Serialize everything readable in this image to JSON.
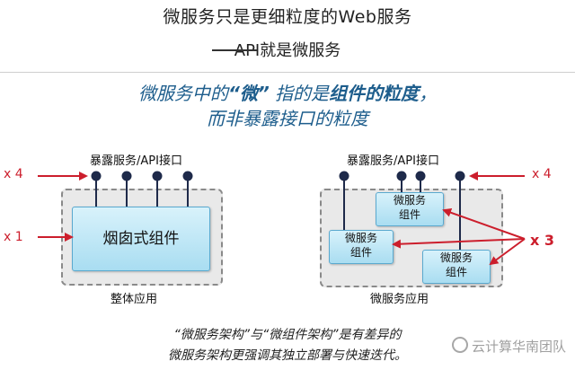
{
  "title_line1": "微服务只是更细粒度的Web服务",
  "title_line2": "API就是微服务",
  "subtitle": {
    "line1_a": "微服务中的",
    "line1_quote": "“微”",
    "line1_b": "指的是",
    "line1_bold": "组件的粒度",
    "line1_c": "，",
    "line2": "而非暴露接口的粒度"
  },
  "left_diagram": {
    "api_label": "暴露服务/API接口",
    "count_top": "x 4",
    "count_side": "x 1",
    "component": "烟囱式组件",
    "caption": "整体应用"
  },
  "right_diagram": {
    "api_label": "暴露服务/API接口",
    "count_top": "x 4",
    "count_side": "x 3",
    "components": [
      {
        "l1": "微服务",
        "l2": "组件"
      },
      {
        "l1": "微服务",
        "l2": "组件"
      },
      {
        "l1": "微服务",
        "l2": "组件"
      }
    ],
    "caption": "微服务应用"
  },
  "bottom_line1": "“微服务架构”与“微组件架构”是有差异的",
  "bottom_line2": "微服务架构更强调其独立部署与快速迭代。",
  "watermark": "云计算华南团队",
  "colors": {
    "accent_blue": "#1d5d8c",
    "red": "#cc1e2c",
    "component_fill": "#bfe8f6",
    "pin": "#1e2a4a"
  }
}
